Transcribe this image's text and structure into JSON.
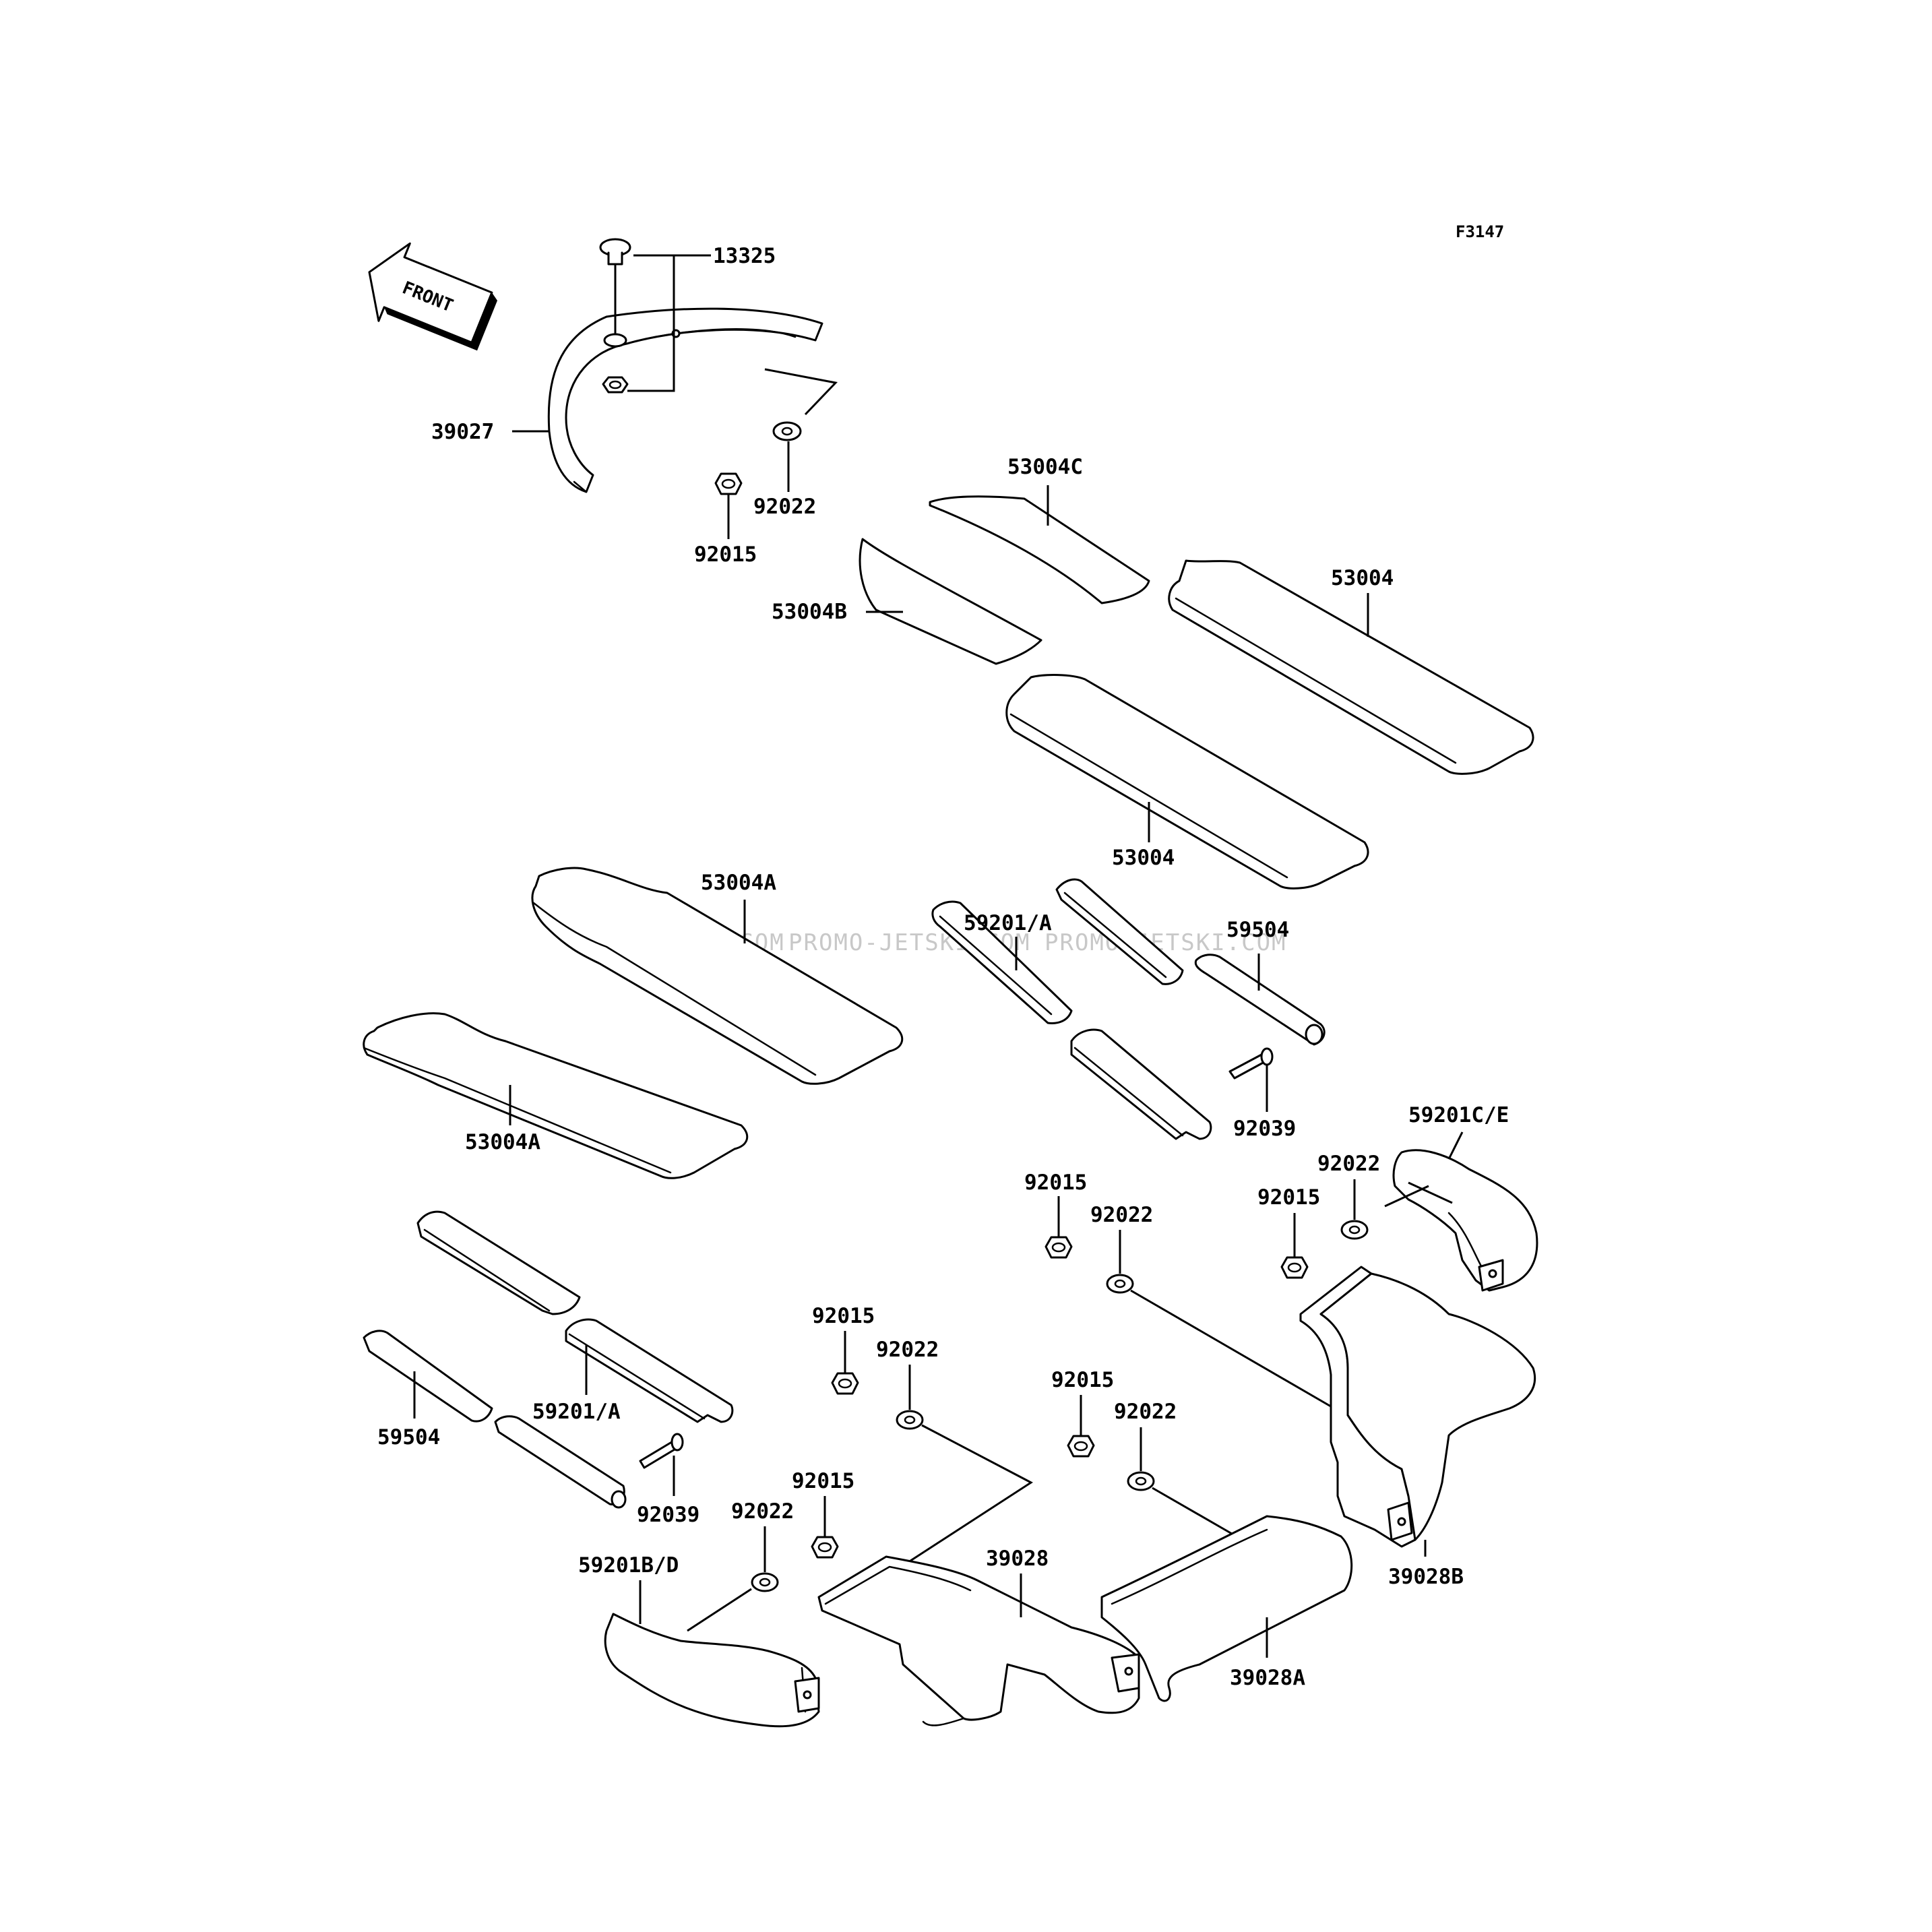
{
  "diagram": {
    "code": "F3147",
    "front_label": "FRONT",
    "watermark": [
      "JETSKI.COM",
      "PROMO-JETSKI.COM",
      "PROMO-JETSKI.COM"
    ],
    "labels": {
      "l13325": "13325",
      "l39027": "39027",
      "l92022_top": "92022",
      "l92015_top": "92015",
      "l53004C": "53004C",
      "l53004B": "53004B",
      "l53004_right": "53004",
      "l53004_mid": "53004",
      "l53004A_upper": "53004A",
      "l53004A_lower": "53004A",
      "l59201A_upper": "59201/A",
      "l59504_upper": "59504",
      "l92039_upper": "92039",
      "l59201CE": "59201C/E",
      "l92022_ce": "92022",
      "l92015_ce": "92015",
      "l92015_c1": "92015",
      "l92022_c1": "92022",
      "l39028B": "39028B",
      "l59201A_lower": "59201/A",
      "l59504_lower": "59504",
      "l92039_lower": "92039",
      "l92015_c2": "92015",
      "l92022_c2": "92022",
      "l92015_c3": "92015",
      "l92022_c3": "92022",
      "l92015_c4": "92015",
      "l92022_c4": "92022",
      "l59201BD": "59201B/D",
      "l39028": "39028",
      "l39028A": "39028A"
    }
  }
}
